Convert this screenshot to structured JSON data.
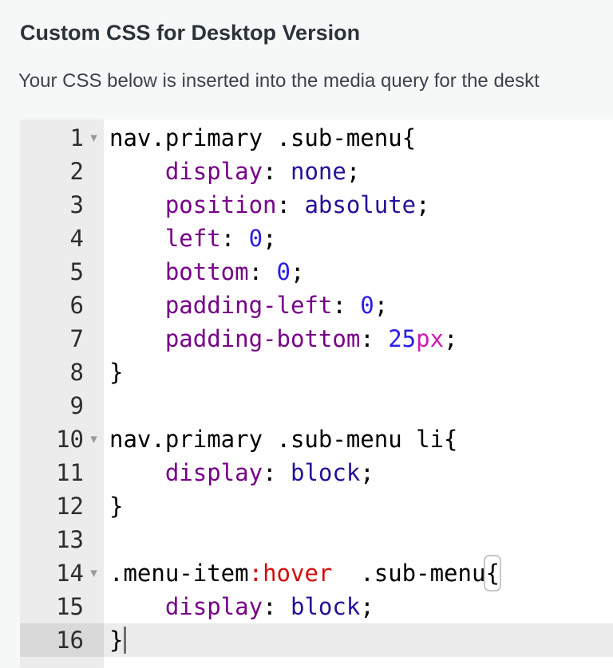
{
  "header": {
    "title": "Custom CSS for Desktop Version",
    "subtitle": "Your CSS below is inserted into the media query for the deskt"
  },
  "palette": {
    "page_bg": "#f6f7f7",
    "title_color": "#2c3338",
    "subtitle_color": "#3c434a",
    "editor_bg": "#ffffff",
    "gutter_bg": "#ececec",
    "gutter_number_color": "#2e2e2e",
    "fold_arrow_color": "#999999",
    "active_line_bg": "#ececec",
    "active_gutter_bg": "#d9d9d9",
    "selector_color": "#000000",
    "property_color": "#770088",
    "value_keyword_color": "#221199",
    "number_color": "#2b1de8",
    "unit_color": "#d118b5",
    "pseudo_class_color": "#d40d0d",
    "bracket_match_border": "#c8c8c8",
    "cursor_color": "#6f6f6f"
  },
  "editor": {
    "language": "css",
    "fold_icon": "▾",
    "lines": [
      {
        "n": 1,
        "fold": true,
        "tokens": [
          {
            "t": "nav.primary .sub-menu",
            "c": "sel"
          },
          {
            "t": "{",
            "c": "plain"
          }
        ]
      },
      {
        "n": 2,
        "tokens": [
          {
            "t": "    ",
            "c": "plain"
          },
          {
            "t": "display",
            "c": "prop"
          },
          {
            "t": ": ",
            "c": "plain"
          },
          {
            "t": "none",
            "c": "atom"
          },
          {
            "t": ";",
            "c": "plain"
          }
        ]
      },
      {
        "n": 3,
        "tokens": [
          {
            "t": "    ",
            "c": "plain"
          },
          {
            "t": "position",
            "c": "prop"
          },
          {
            "t": ": ",
            "c": "plain"
          },
          {
            "t": "absolute",
            "c": "atom"
          },
          {
            "t": ";",
            "c": "plain"
          }
        ]
      },
      {
        "n": 4,
        "tokens": [
          {
            "t": "    ",
            "c": "plain"
          },
          {
            "t": "left",
            "c": "prop"
          },
          {
            "t": ": ",
            "c": "plain"
          },
          {
            "t": "0",
            "c": "num"
          },
          {
            "t": ";",
            "c": "plain"
          }
        ]
      },
      {
        "n": 5,
        "tokens": [
          {
            "t": "    ",
            "c": "plain"
          },
          {
            "t": "bottom",
            "c": "prop"
          },
          {
            "t": ": ",
            "c": "plain"
          },
          {
            "t": "0",
            "c": "num"
          },
          {
            "t": ";",
            "c": "plain"
          }
        ]
      },
      {
        "n": 6,
        "tokens": [
          {
            "t": "    ",
            "c": "plain"
          },
          {
            "t": "padding-left",
            "c": "prop"
          },
          {
            "t": ": ",
            "c": "plain"
          },
          {
            "t": "0",
            "c": "num"
          },
          {
            "t": ";",
            "c": "plain"
          }
        ]
      },
      {
        "n": 7,
        "tokens": [
          {
            "t": "    ",
            "c": "plain"
          },
          {
            "t": "padding-bottom",
            "c": "prop"
          },
          {
            "t": ": ",
            "c": "plain"
          },
          {
            "t": "25",
            "c": "num"
          },
          {
            "t": "px",
            "c": "unit"
          },
          {
            "t": ";",
            "c": "plain"
          }
        ]
      },
      {
        "n": 8,
        "tokens": [
          {
            "t": "}",
            "c": "plain"
          }
        ]
      },
      {
        "n": 9,
        "tokens": []
      },
      {
        "n": 10,
        "fold": true,
        "tokens": [
          {
            "t": "nav.primary .sub-menu li",
            "c": "sel"
          },
          {
            "t": "{",
            "c": "plain"
          }
        ]
      },
      {
        "n": 11,
        "tokens": [
          {
            "t": "    ",
            "c": "plain"
          },
          {
            "t": "display",
            "c": "prop"
          },
          {
            "t": ": ",
            "c": "plain"
          },
          {
            "t": "block",
            "c": "atom"
          },
          {
            "t": ";",
            "c": "plain"
          }
        ]
      },
      {
        "n": 12,
        "tokens": [
          {
            "t": "}",
            "c": "plain"
          }
        ]
      },
      {
        "n": 13,
        "tokens": []
      },
      {
        "n": 14,
        "fold": true,
        "tokens": [
          {
            "t": ".menu-item",
            "c": "sel"
          },
          {
            "t": ":hover",
            "c": "pseudo"
          },
          {
            "t": "  .sub-menu",
            "c": "sel"
          },
          {
            "t": "{",
            "c": "match"
          }
        ]
      },
      {
        "n": 15,
        "tokens": [
          {
            "t": "    ",
            "c": "plain"
          },
          {
            "t": "display",
            "c": "prop"
          },
          {
            "t": ": ",
            "c": "plain"
          },
          {
            "t": "block",
            "c": "atom"
          },
          {
            "t": ";",
            "c": "plain"
          }
        ]
      },
      {
        "n": 16,
        "active": true,
        "cursor": true,
        "tokens": [
          {
            "t": "}",
            "c": "plain"
          }
        ]
      }
    ]
  }
}
